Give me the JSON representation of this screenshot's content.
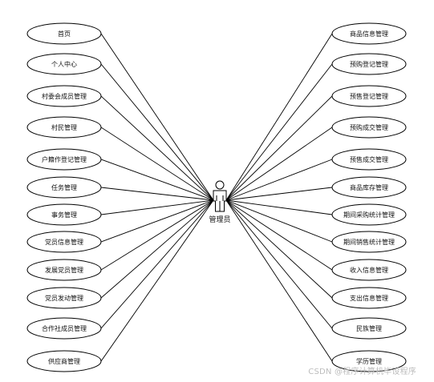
{
  "actor": {
    "label": "管理员",
    "icon": "person-actor-icon"
  },
  "left_use_cases": [
    "首页",
    "个人中心",
    "村委会成员管理",
    "村民管理",
    "户籍作登记管理",
    "任务管理",
    "事务管理",
    "党员信息管理",
    "发展党员管理",
    "党员发动管理",
    "合作社成员管理",
    "供应商管理"
  ],
  "right_use_cases": [
    "商品信息管理",
    "预购登记管理",
    "预售登记管理",
    "预购成交管理",
    "预售成交管理",
    "商品库存管理",
    "期间采购统计管理",
    "期间销售统计管理",
    "收入信息管理",
    "支出信息管理",
    "民族管理",
    "学历管理"
  ],
  "watermark": "CSDN @程序计算机毕设程序",
  "colors": {
    "stroke": "#000000",
    "fill": "#ffffff",
    "text": "#111111"
  }
}
